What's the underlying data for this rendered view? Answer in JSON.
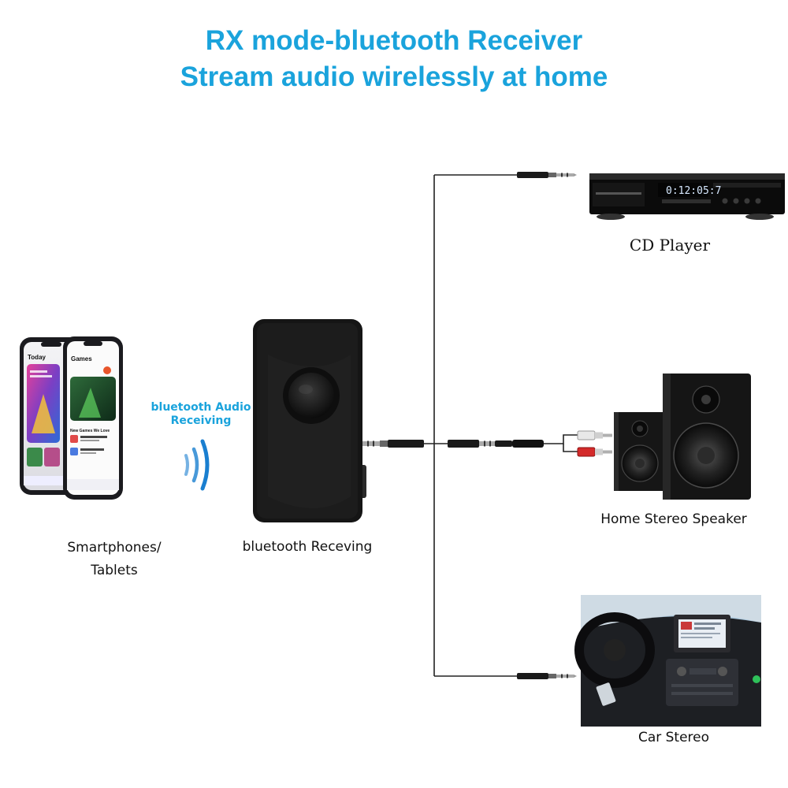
{
  "title": {
    "line1": "RX mode-bluetooth Receiver",
    "line2": "Stream audio wirelessly at home"
  },
  "labels": {
    "smartphones": "Smartphones/",
    "tablets": "Tablets",
    "audio_receiving_1": "bluetooth Audio",
    "audio_receiving_2": "Receiving",
    "receiver": "bluetooth Receving",
    "cd_player": "CD Player",
    "speaker": "Home Stereo Speaker",
    "car_stereo": "Car Stereo"
  },
  "phone_screens": {
    "front_heading": "Games",
    "back_heading": "Today",
    "front_section": "New Games We Love"
  },
  "cd_display": "0:12:05:7",
  "colors": {
    "accent": "#1aa3dc",
    "cable": "#222222",
    "device_black": "#151515"
  },
  "icons": {
    "signal": "bluetooth-signal-waves-icon",
    "plug": "3.5mm-audio-plug-icon",
    "rca": "rca-plug-icon"
  }
}
